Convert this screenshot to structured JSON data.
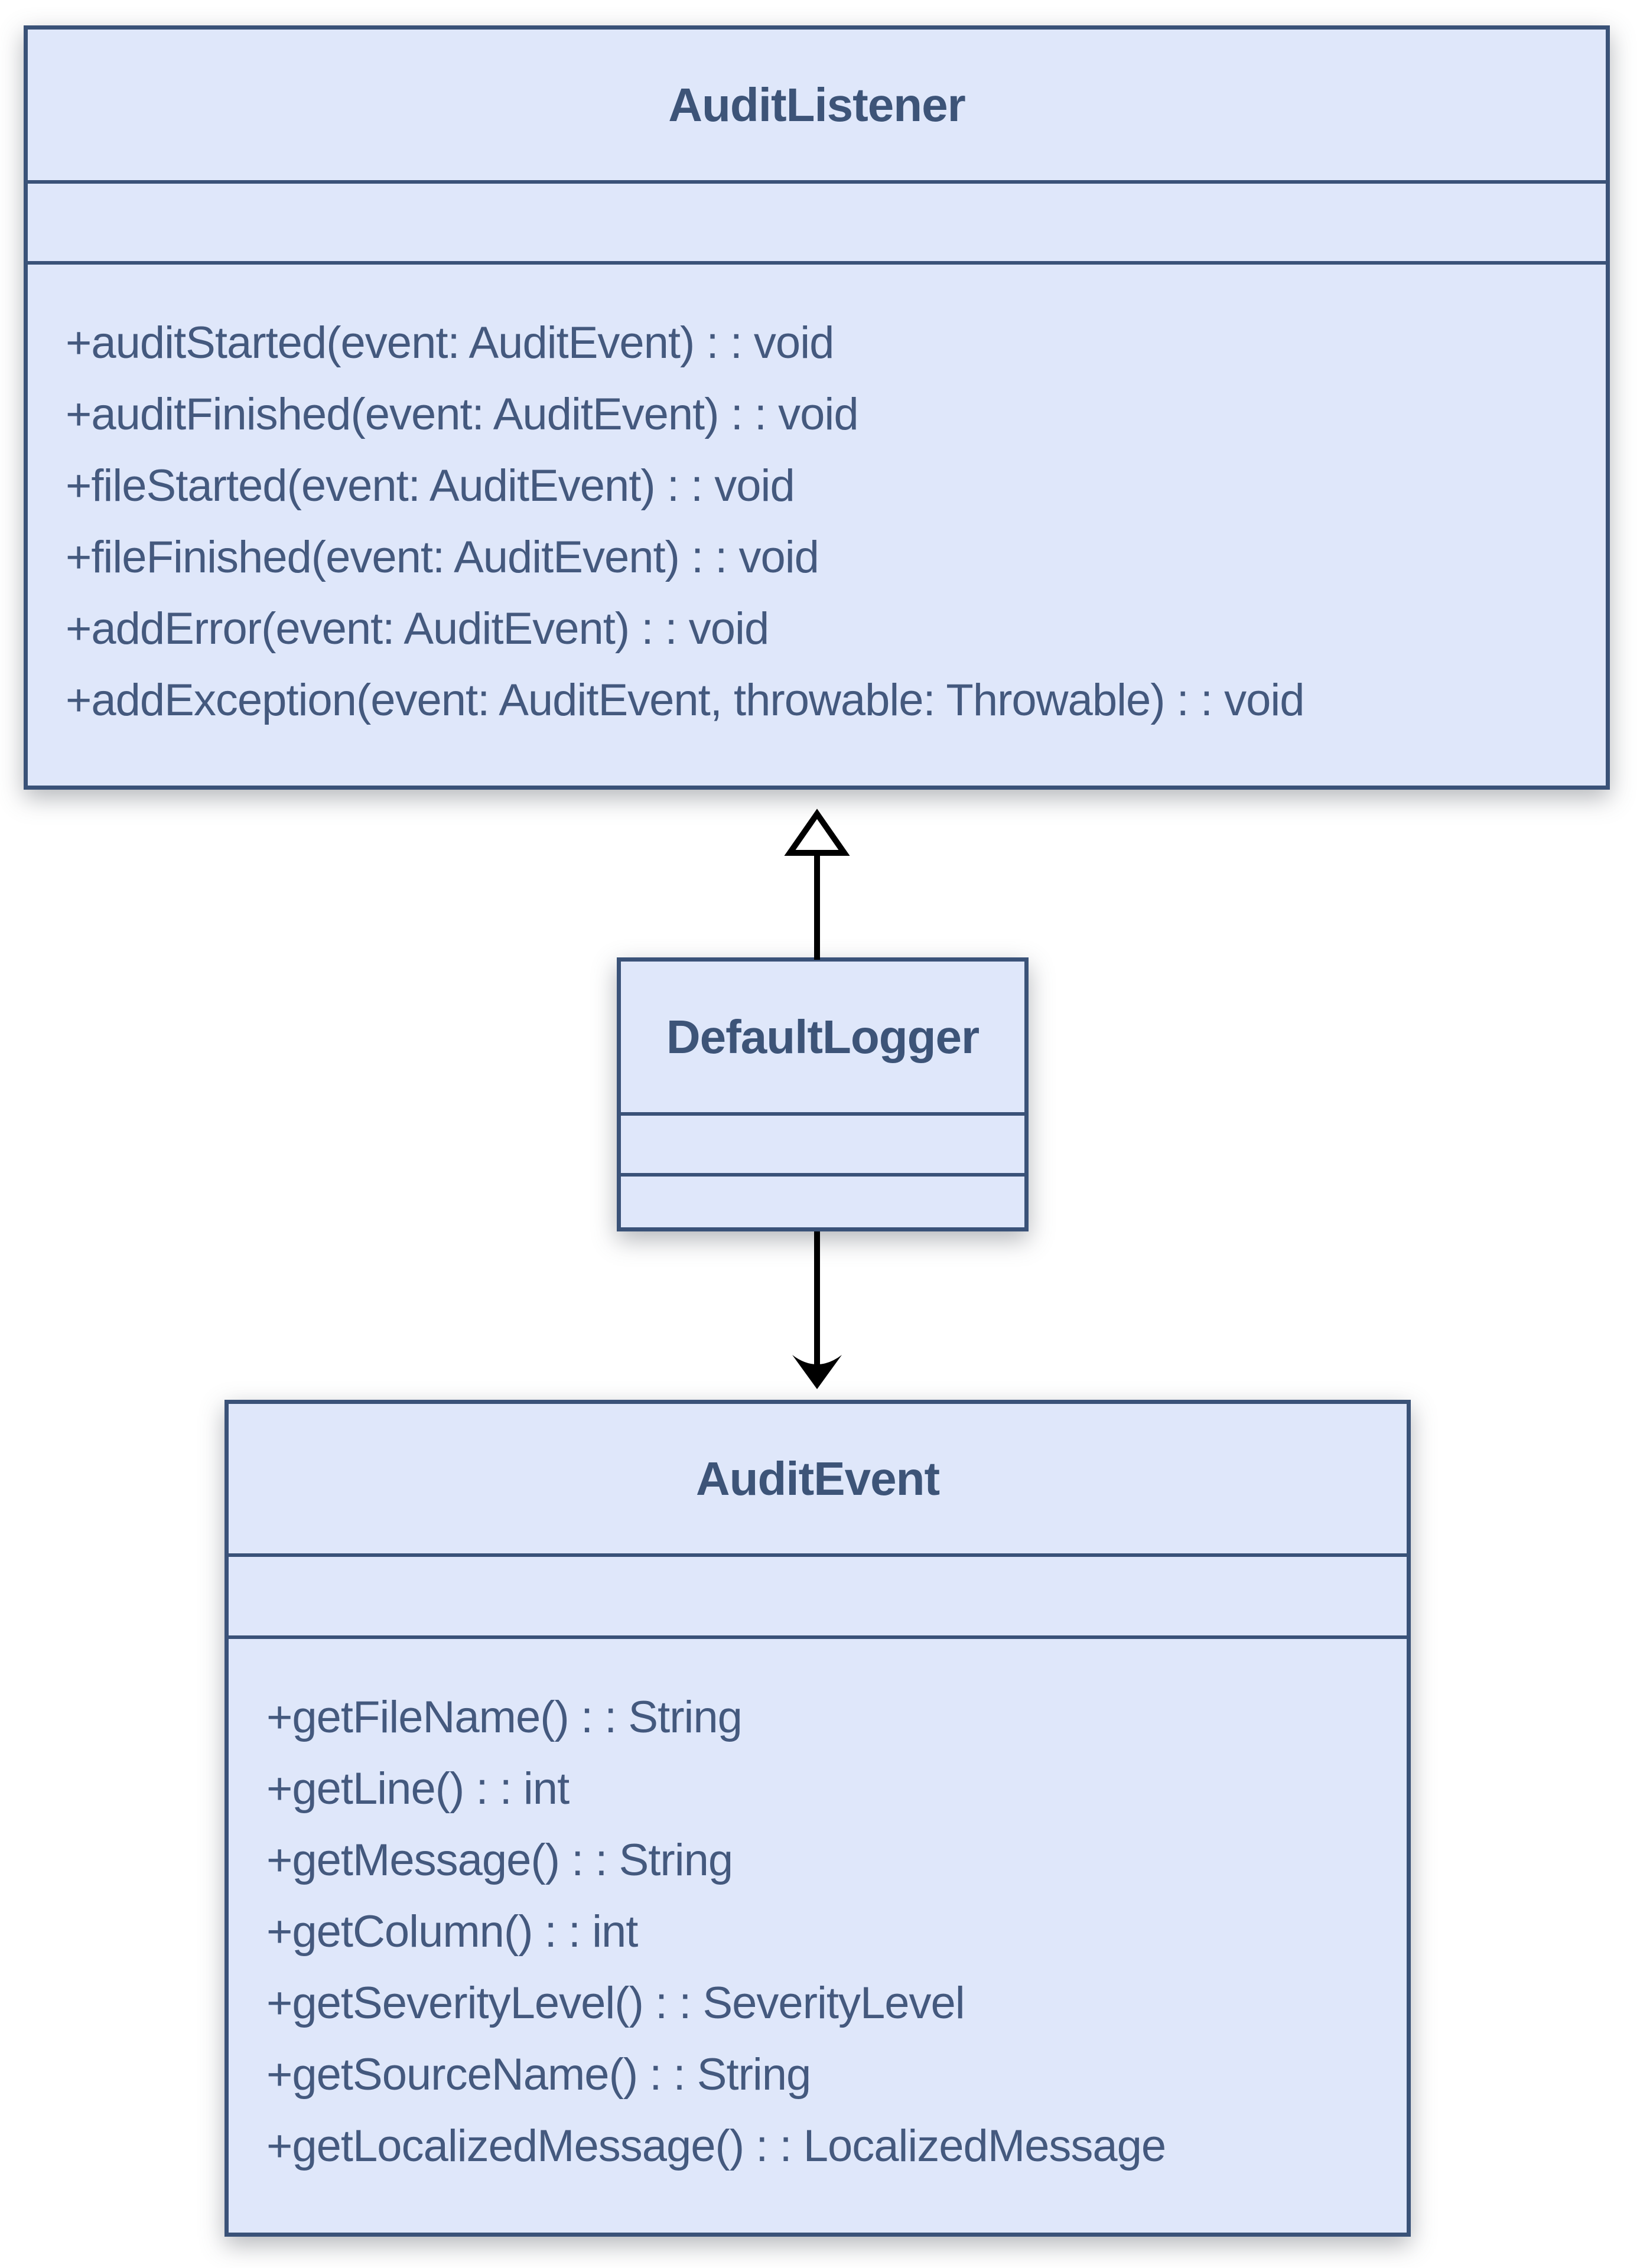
{
  "diagram": {
    "kind": "uml-class-diagram",
    "background_color": "#ffffff",
    "colors": {
      "box_fill": "#dfe7fa",
      "box_border": "#3a5278",
      "title_text": "#3d5478",
      "method_text": "#44597e",
      "connector": "#000000"
    },
    "classes": [
      {
        "name": "AuditListener",
        "attributes": [],
        "methods": [
          "+auditStarted(event: AuditEvent) : : void",
          "+auditFinished(event: AuditEvent) : : void",
          "+fileStarted(event: AuditEvent) : : void",
          "+fileFinished(event: AuditEvent) : : void",
          "+addError(event: AuditEvent) : : void",
          "+addException(event: AuditEvent, throwable: Throwable) : : void"
        ]
      },
      {
        "name": "DefaultLogger",
        "attributes": [],
        "methods": []
      },
      {
        "name": "AuditEvent",
        "attributes": [],
        "methods": [
          "+getFileName() : : String",
          "+getLine() : : int",
          "+getMessage() : : String",
          "+getColumn() : : int",
          "+getSeverityLevel() : : SeverityLevel",
          "+getSourceName() : : String",
          "+getLocalizedMessage() : : LocalizedMessage"
        ]
      }
    ],
    "connectors": [
      {
        "from": "DefaultLogger",
        "to": "AuditListener",
        "type": "realization",
        "arrowhead": "hollow-triangle",
        "direction": "up"
      },
      {
        "from": "DefaultLogger",
        "to": "AuditEvent",
        "type": "directed-association",
        "arrowhead": "filled-stealth",
        "direction": "down"
      }
    ]
  }
}
